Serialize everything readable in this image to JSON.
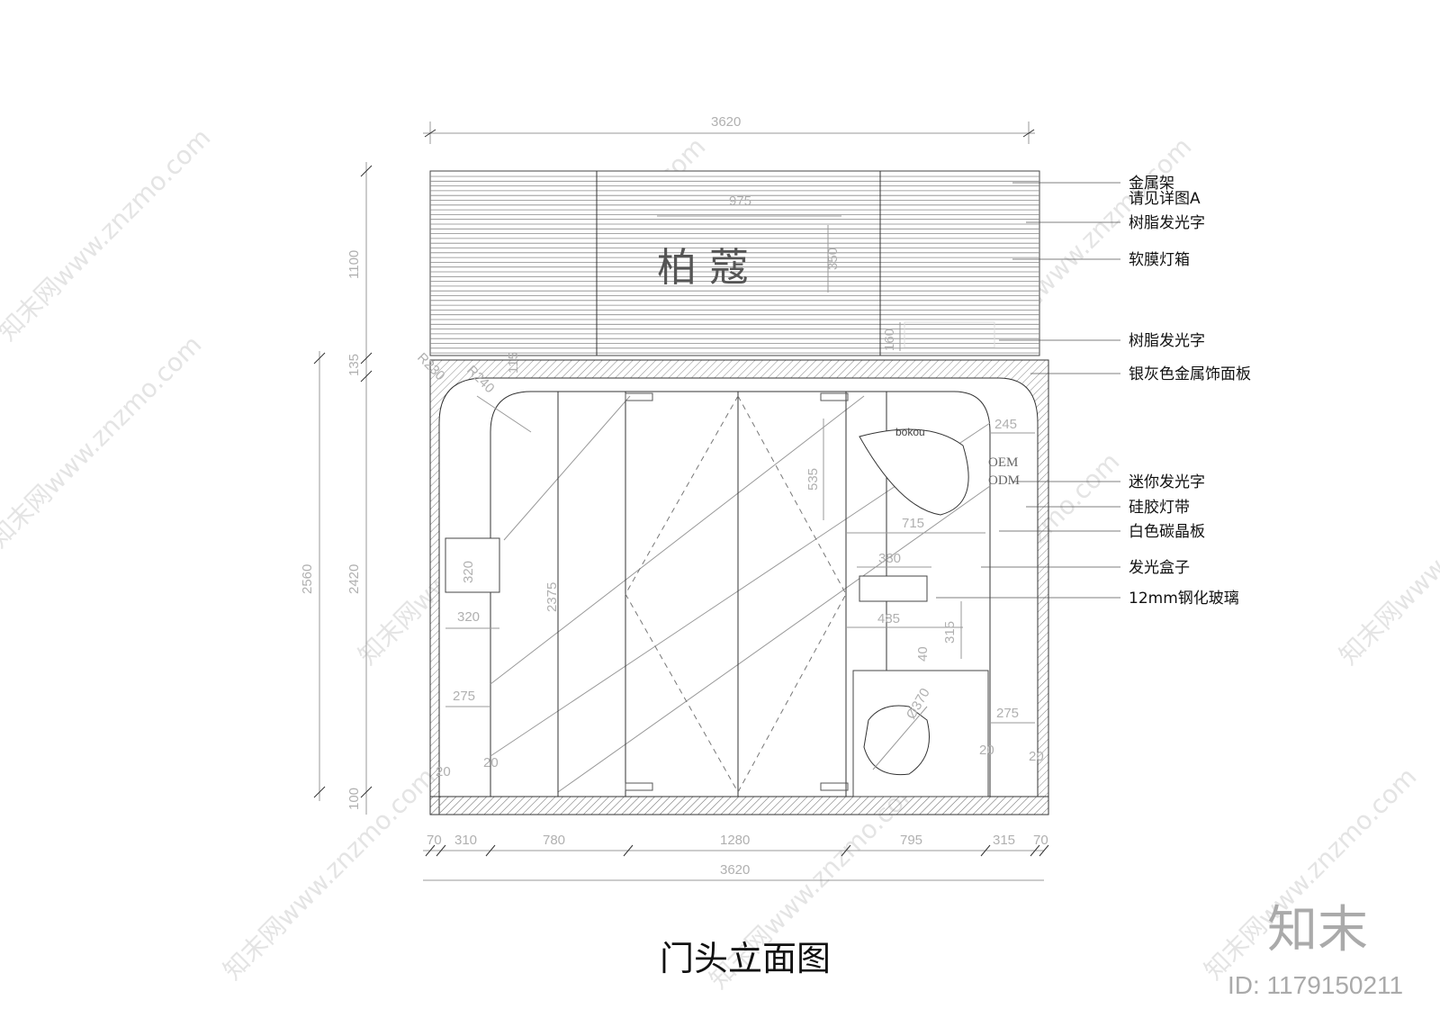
{
  "title": "门头立面图",
  "brand": {
    "sign_text": "柏 蔻",
    "badge_text": "bokou",
    "oem": "OEM",
    "odm": "ODM"
  },
  "id_label": "ID: 1179150211",
  "site_logo": "知末",
  "watermark": "知末网www.znzmo.com",
  "callouts": [
    "金属架",
    "请见详图A",
    "树脂发光字",
    "软膜灯箱",
    "树脂发光字",
    "银灰色金属饰面板",
    "迷你发光字",
    "硅胶灯带",
    "白色碳晶板",
    "发光盒子",
    "12mm钢化玻璃"
  ],
  "dimensions": {
    "top_width": "3620",
    "sign_width": "975",
    "sign_h": "350",
    "h_160": "160",
    "h_1100": "1100",
    "h_135": "135",
    "h_115": "115",
    "h_2560": "2560",
    "h_2420": "2420",
    "h_2375": "2375",
    "h_100": "100",
    "r230": "R230",
    "r240": "R240",
    "d535": "535",
    "d245": "245",
    "d715": "715",
    "d380": "380",
    "d485": "485",
    "d315v": "315",
    "d40": "40",
    "d320v": "320",
    "d320": "320",
    "d275l": "275",
    "d275r": "275",
    "d20a": "20",
    "d20b": "20",
    "d20c": "20",
    "d20d": "20",
    "d370": "Ø370",
    "bottom": [
      "70",
      "310",
      "780",
      "1280",
      "795",
      "315",
      "70"
    ],
    "bottom_total": "3620"
  }
}
